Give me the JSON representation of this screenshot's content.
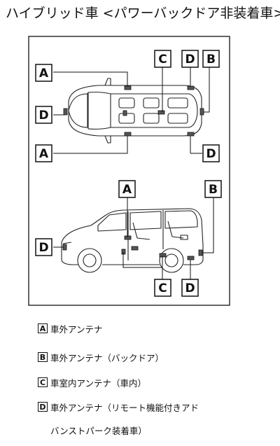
{
  "title": "ハイブリッド車 <パワーバックドア非装着車>",
  "markers": {
    "a": "A",
    "b": "B",
    "c": "C",
    "d": "D"
  },
  "legend": [
    {
      "key": "A",
      "text": "車外アンテナ"
    },
    {
      "key": "B",
      "text": "車外アンテナ（バックドア）"
    },
    {
      "key": "C",
      "text": "車室内アンテナ（車内）"
    },
    {
      "key": "D",
      "text": "車外アンテナ（リモート機能付きアド",
      "text_cont": "バンストパーク装着車）"
    }
  ]
}
